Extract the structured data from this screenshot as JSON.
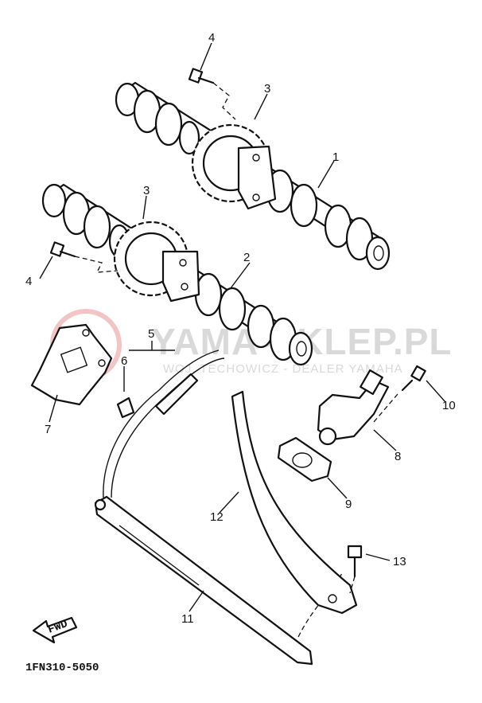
{
  "diagram": {
    "part_code": "1FN310-5050",
    "direction_mark": "FWD",
    "watermark": {
      "brand": "YAMA-SKLEP.PL",
      "tagline": "WOJ. TECHOWICZ - DEALER YAMAHA"
    },
    "callouts": [
      {
        "id": "c1",
        "label": "1"
      },
      {
        "id": "c2",
        "label": "2"
      },
      {
        "id": "c3a",
        "label": "3"
      },
      {
        "id": "c3b",
        "label": "3"
      },
      {
        "id": "c4a",
        "label": "4"
      },
      {
        "id": "c4b",
        "label": "4"
      },
      {
        "id": "c5",
        "label": "5"
      },
      {
        "id": "c6",
        "label": "6"
      },
      {
        "id": "c7",
        "label": "7"
      },
      {
        "id": "c8",
        "label": "8"
      },
      {
        "id": "c9",
        "label": "9"
      },
      {
        "id": "c10",
        "label": "10"
      },
      {
        "id": "c11",
        "label": "11"
      },
      {
        "id": "c12",
        "label": "12"
      },
      {
        "id": "c13",
        "label": "13"
      }
    ]
  }
}
